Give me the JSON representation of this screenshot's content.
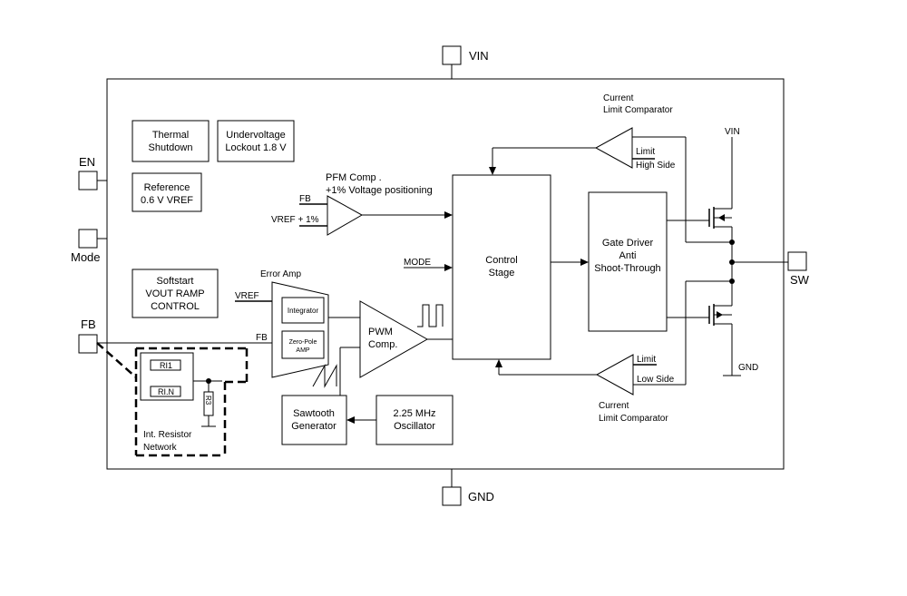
{
  "pins": {
    "vin": "VIN",
    "gnd": "GND",
    "en": "EN",
    "mode": "Mode",
    "fb": "FB",
    "sw": "SW"
  },
  "blocks": {
    "thermal": [
      "Thermal",
      "Shutdown"
    ],
    "undervoltage": [
      "Undervoltage",
      "Lockout 1.8 V"
    ],
    "reference": [
      "Reference",
      "0.6 V VREF"
    ],
    "softstart": [
      "Softstart",
      "VOUT RAMP",
      "CONTROL"
    ],
    "control": [
      "Control",
      "Stage"
    ],
    "gate_driver": [
      "Gate Driver",
      "Anti",
      "Shoot-Through"
    ],
    "sawtooth": [
      "Sawtooth",
      "Generator"
    ],
    "oscillator": [
      "2.25 MHz",
      "Oscillator"
    ],
    "integrator": "Integrator",
    "zero_pole": [
      "Zero-Pole",
      "AMP"
    ],
    "pwm": [
      "PWM",
      "Comp."
    ]
  },
  "labels": {
    "pfm_comp": [
      "PFM Comp .",
      "+1% Voltage positioning"
    ],
    "pfm_fb": "FB",
    "pfm_vref": "VREF + 1%",
    "mode_signal": "MODE",
    "error_amp": "Error Amp",
    "vref": "VREF",
    "fb_line": "FB",
    "current_limit_top": [
      "Current",
      "Limit Comparator"
    ],
    "limit_high": [
      "Limit",
      "High Side"
    ],
    "current_limit_bottom": [
      "Current",
      "Limit Comparator"
    ],
    "limit_low": [
      "Limit",
      "Low Side"
    ],
    "vin_rail": "VIN",
    "gnd_rail": "GND",
    "resistor_network": [
      "Int. Resistor",
      "Network"
    ],
    "r1": "RI1",
    "rn": "RI.N",
    "r3": "R3"
  }
}
